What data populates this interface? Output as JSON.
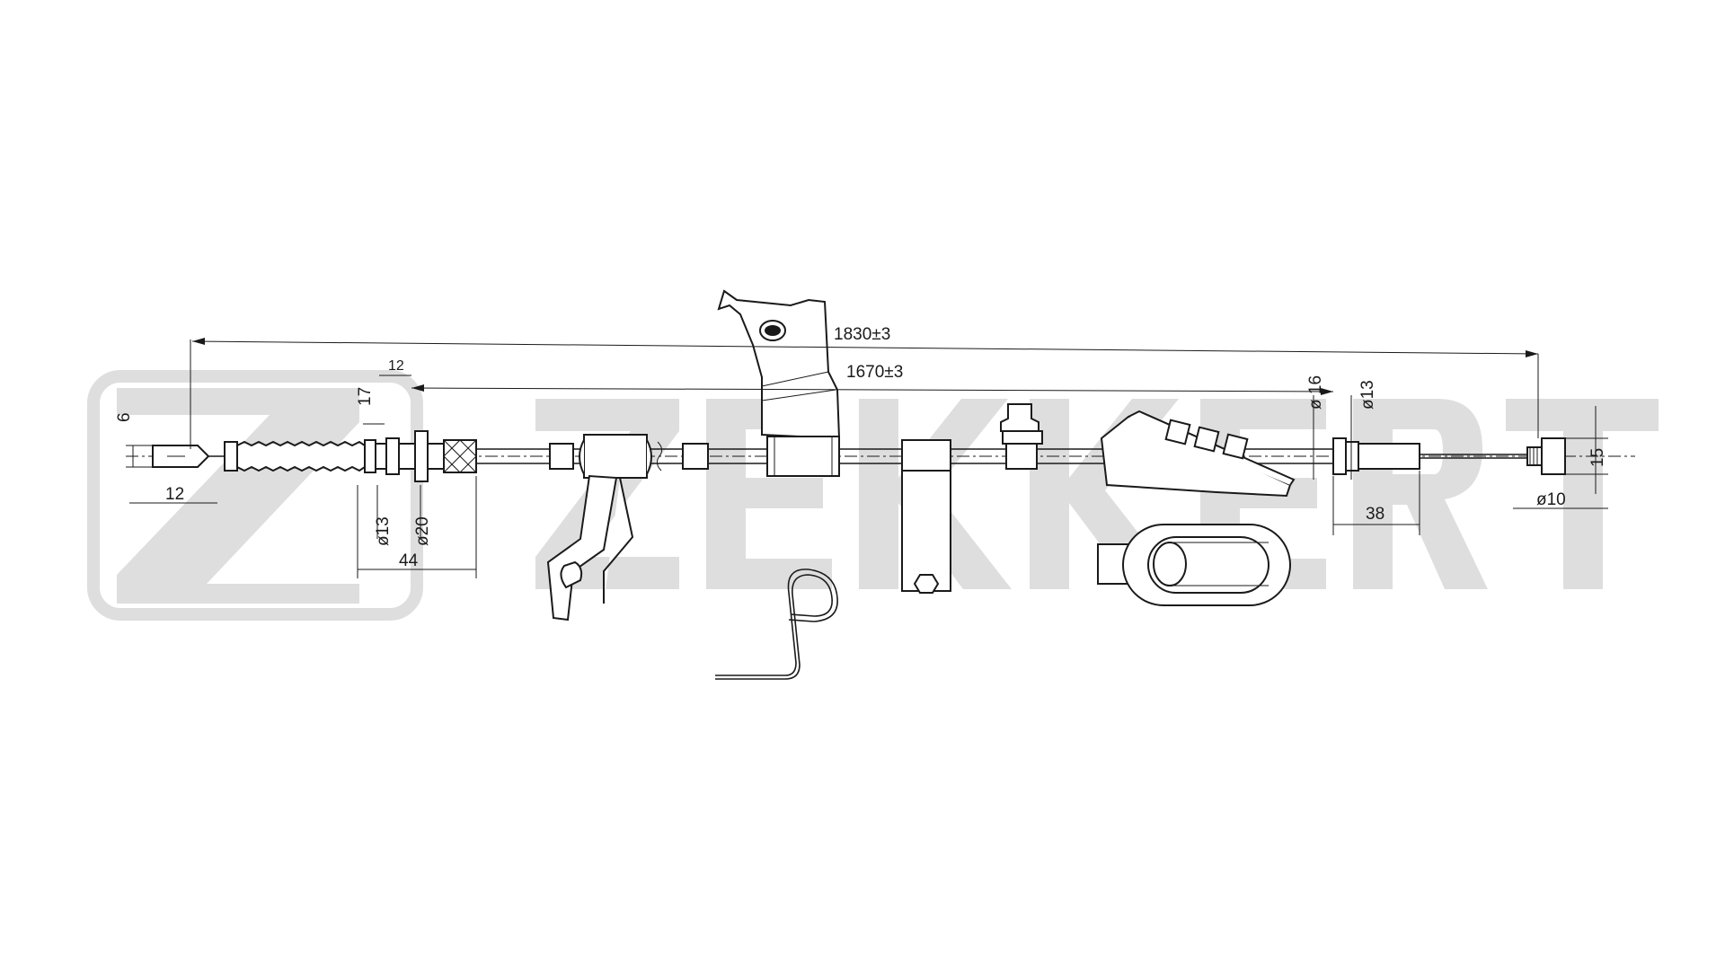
{
  "watermark": {
    "brand": "ZEKKERT",
    "color": "#dedede"
  },
  "line_color": "#1a1a1a",
  "dimensions": {
    "overall_length": "1830±3",
    "sheath_length": "1670±3",
    "end_fitting_height": "6",
    "end_fitting_length": "12",
    "nipple_length": "12",
    "collar_height": "17",
    "ring_diameter": "ø13",
    "flange_diameter": "ø20",
    "fitting_length": "44",
    "sleeve_diameter": "ø 16",
    "ferrule_diameter": "ø13",
    "ferrule_length": "38",
    "end_nipple_height": "15",
    "end_nipple_diameter": "ø10"
  }
}
